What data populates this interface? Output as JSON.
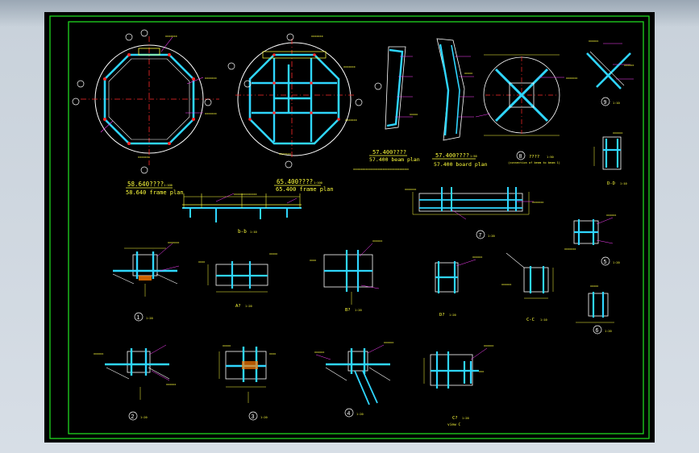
{
  "colors": {
    "background": "#000000",
    "frame": "#1fd61f",
    "member": "#2fd6ff",
    "axis": "#ff2a2a",
    "dimension": "#ffff3c",
    "annotation": "#ff40ff",
    "line": "#ffffff"
  },
  "plan1": {
    "title": "58.640????",
    "scale": "1:100",
    "subtitle": "58.640 frame plan"
  },
  "plan2": {
    "title": "65.400????",
    "scale": "1:100",
    "subtitle": "65.400 frame plan"
  },
  "beam_plan": {
    "title": "57.400????",
    "subtitle": "57.400 beam plan"
  },
  "board_plan": {
    "title": "57.400????",
    "scale": "1:50",
    "subtitle": "57.400 board plan"
  },
  "detail8": {
    "number": "8",
    "title": "????",
    "scale": "1:50",
    "note": "(connection of beam to beam 1)"
  },
  "detail9": {
    "number": "9",
    "scale": "1:10"
  },
  "section_dd": {
    "label": "D-D",
    "scale": "1:10"
  },
  "section_bb": {
    "label": "b-b",
    "scale": "1:10"
  },
  "detail7": {
    "number": "7",
    "scale": "1:20"
  },
  "detail5": {
    "number": "5",
    "scale": "1:20"
  },
  "detail6": {
    "number": "6",
    "scale": "1:20"
  },
  "detail1": {
    "number": "1",
    "scale": "1:20"
  },
  "detail2": {
    "number": "2",
    "scale": "1:20"
  },
  "detail3": {
    "number": "3",
    "scale": "1:20"
  },
  "detail4": {
    "number": "4",
    "scale": "1:20"
  },
  "section_a": {
    "label": "A?",
    "scale": "1:20"
  },
  "section_b": {
    "label": "B?",
    "scale": "1:20"
  },
  "section_d": {
    "label": "D?",
    "scale": "1:20"
  },
  "section_cc": {
    "label": "C-C",
    "scale": "1:10"
  },
  "section_c": {
    "label": "C?",
    "scale": "1:20",
    "subtitle": "view C"
  }
}
